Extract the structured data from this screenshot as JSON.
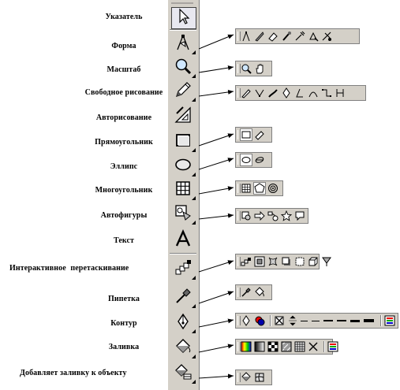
{
  "labels": {
    "pointer": "Указатель",
    "shape": "Форма",
    "zoom": "Масштаб",
    "freehand": "Свободное рисование",
    "autodraw": "Авторисование",
    "rectangle": "Прямоугольник",
    "ellipse": "Эллипс",
    "polygon": "Многоугольник",
    "autoshapes": "Автофигуры",
    "text": "Текст",
    "interactive": "Интерактивное перетаскивание",
    "eyedropper": "Пипетка",
    "outline": "Контур",
    "fill": "Заливка",
    "interactive_fill": "Добавляет заливку к объекту"
  },
  "tools": [
    {
      "name": "pointer-tool",
      "icon": "arrow-pointer-icon",
      "selected": true
    },
    {
      "name": "shape-tool",
      "icon": "shape-node-icon"
    },
    {
      "name": "zoom-tool",
      "icon": "magnifier-icon"
    },
    {
      "name": "freehand-tool",
      "icon": "pencil-icon"
    },
    {
      "name": "autodraw-tool",
      "icon": "set-square-icon"
    },
    {
      "name": "rectangle-tool",
      "icon": "rectangle-icon"
    },
    {
      "name": "ellipse-tool",
      "icon": "ellipse-icon"
    },
    {
      "name": "polygon-tool",
      "icon": "grid-table-icon"
    },
    {
      "name": "autoshapes-tool",
      "icon": "basic-shapes-icon"
    },
    {
      "name": "text-tool",
      "icon": "text-a-icon"
    },
    {
      "name": "interactive-tool",
      "icon": "blend-steps-icon"
    },
    {
      "name": "eyedropper-tool",
      "icon": "eyedropper-icon"
    },
    {
      "name": "outline-tool",
      "icon": "pen-nib-icon"
    },
    {
      "name": "fill-tool",
      "icon": "paint-bucket-icon"
    },
    {
      "name": "interactive-fill-tool",
      "icon": "bucket-fill-icon"
    }
  ],
  "colors": {
    "toolbox_bg": "#d4d0c8",
    "shadow": "#808080",
    "highlight": "#ffffff"
  }
}
